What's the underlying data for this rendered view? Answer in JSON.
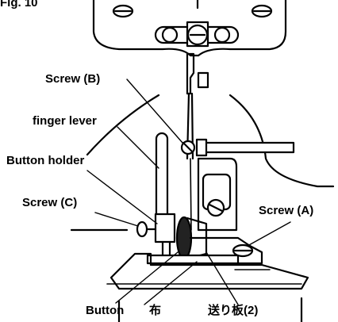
{
  "figure_label": "Fig. 10",
  "labels": {
    "screw_b": "Screw (B)",
    "finger_lever": "finger lever",
    "button_holder": "Button holder",
    "screw_c": "Screw (C)",
    "screw_a": "Screw (A)",
    "button": "Button",
    "cloth": "布",
    "feed_plate": "送り板(2)"
  }
}
